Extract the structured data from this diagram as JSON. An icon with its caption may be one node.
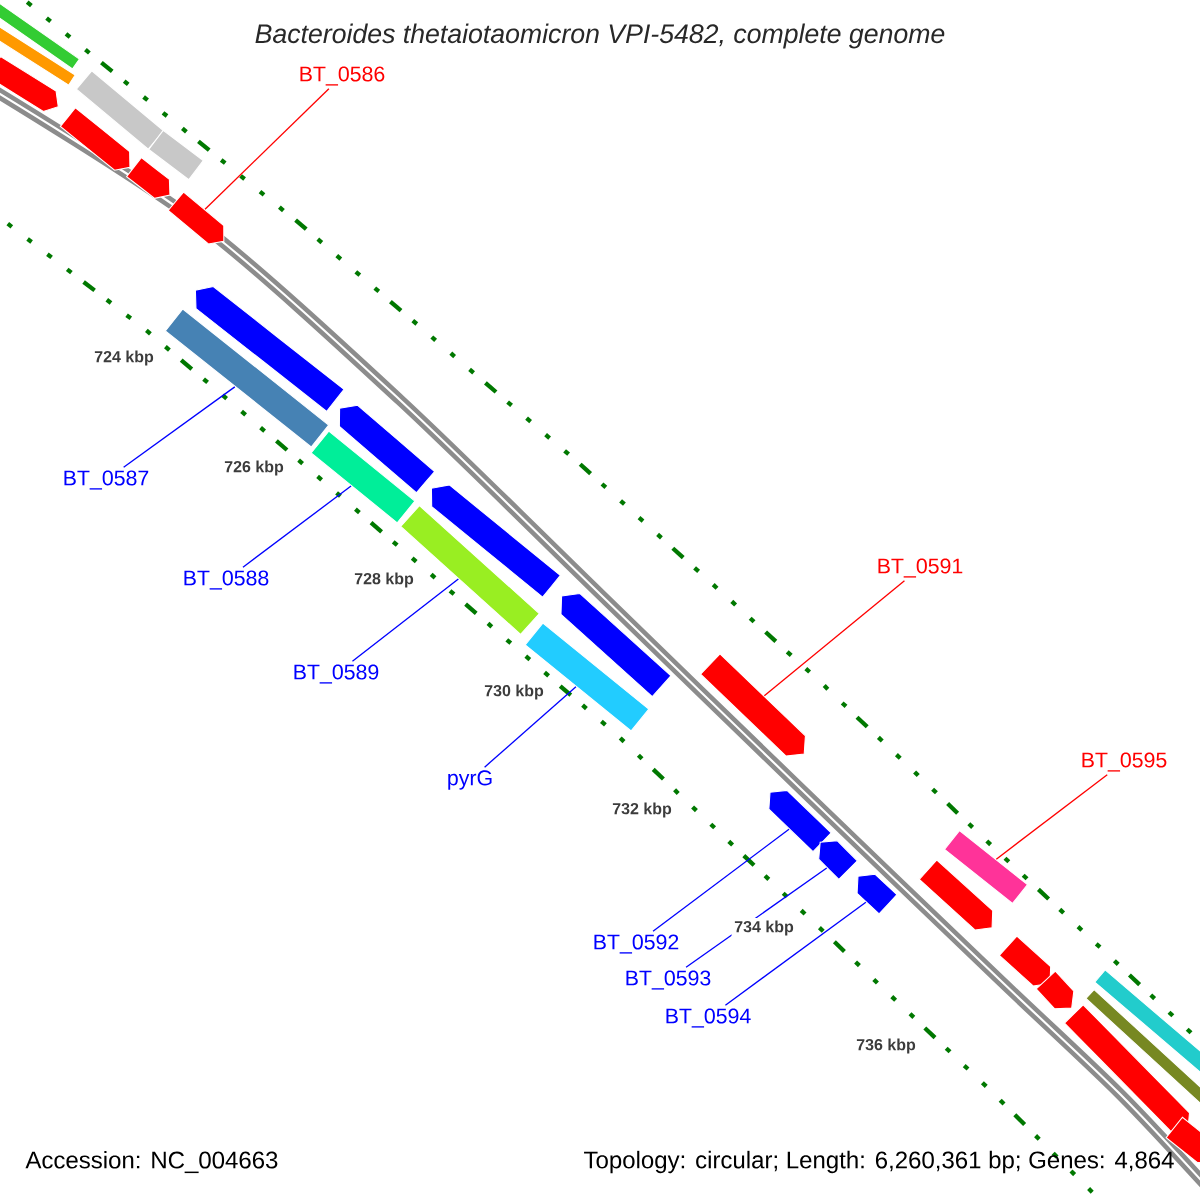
{
  "diagram": {
    "title": "Bacteroides thetaiotaomicron VPI-5482, complete genome",
    "nodes": [
      {
        "text": [
          "BT_0586"
        ]
      },
      {
        "text": [
          "BT_0587"
        ]
      },
      {
        "text": [
          "BT_0588"
        ]
      },
      {
        "text": [
          "BT_0589"
        ]
      },
      {
        "text": [
          "pyrG"
        ]
      },
      {
        "text": [
          "BT_0591"
        ]
      },
      {
        "text": [
          "BT_0592"
        ]
      },
      {
        "text": [
          "BT_0593"
        ]
      },
      {
        "text": [
          "BT_0594"
        ]
      },
      {
        "text": [
          "BT_0595"
        ]
      },
      {
        "text": [],
        "shape": "bar"
      },
      {
        "text": [],
        "shape": "bar"
      },
      {
        "text": [],
        "shape": "pentagon"
      },
      {
        "text": [],
        "shape": "bar"
      },
      {
        "text": [],
        "shape": "bar"
      },
      {
        "text": [],
        "shape": "pentagon"
      },
      {
        "text": [],
        "shape": "pentagon"
      },
      {
        "text": [],
        "shape": "pentagon"
      },
      {
        "text": [],
        "shape": "bar"
      },
      {
        "text": [],
        "shape": "pentagon"
      },
      {
        "text": [],
        "shape": "pentagon"
      },
      {
        "text": [],
        "shape": "bar"
      },
      {
        "text": [],
        "shape": "pentagon"
      },
      {
        "text": [],
        "shape": "bar"
      },
      {
        "text": [],
        "shape": "pentagon"
      },
      {
        "text": [],
        "shape": "bar"
      },
      {
        "text": [],
        "shape": "pentagon"
      },
      {
        "text": [],
        "shape": "pentagon"
      },
      {
        "text": [],
        "shape": "pentagon"
      },
      {
        "text": [],
        "shape": "pentagon"
      },
      {
        "text": [],
        "shape": "bar"
      },
      {
        "text": [],
        "shape": "pentagon"
      },
      {
        "text": [],
        "shape": "pentagon"
      },
      {
        "text": [],
        "shape": "pentagon"
      },
      {
        "text": [],
        "shape": "bar"
      },
      {
        "text": [],
        "shape": "bar"
      },
      {
        "text": [],
        "shape": "pentagon"
      },
      {
        "text": [],
        "shape": "pentagon"
      }
    ],
    "edges": [
      {
        "from": 0,
        "to": 17,
        "arrow": "none",
        "color": "#ff0000"
      },
      {
        "from": 1,
        "to": 18,
        "arrow": "none"
      },
      {
        "from": 2,
        "to": 21,
        "arrow": "none"
      },
      {
        "from": 3,
        "to": 23,
        "arrow": "none"
      },
      {
        "from": 4,
        "to": 25,
        "arrow": "none"
      },
      {
        "from": 5,
        "to": 26,
        "arrow": "none",
        "color": "#ff0000"
      },
      {
        "from": 6,
        "to": 27,
        "arrow": "none"
      },
      {
        "from": 7,
        "to": 28,
        "arrow": "none"
      },
      {
        "from": 8,
        "to": 29,
        "arrow": "none"
      },
      {
        "from": 9,
        "to": 30,
        "arrow": "none",
        "color": "#ff0000"
      }
    ],
    "labels": [
      "724 kbp",
      "726 kbp",
      "728 kbp",
      "730 kbp",
      "732 kbp",
      "734 kbp",
      "736 kbp",
      "Accession: NC_004663",
      "Topology: circular; Length: 6,260,361 bp; Genes: 4,864"
    ]
  }
}
